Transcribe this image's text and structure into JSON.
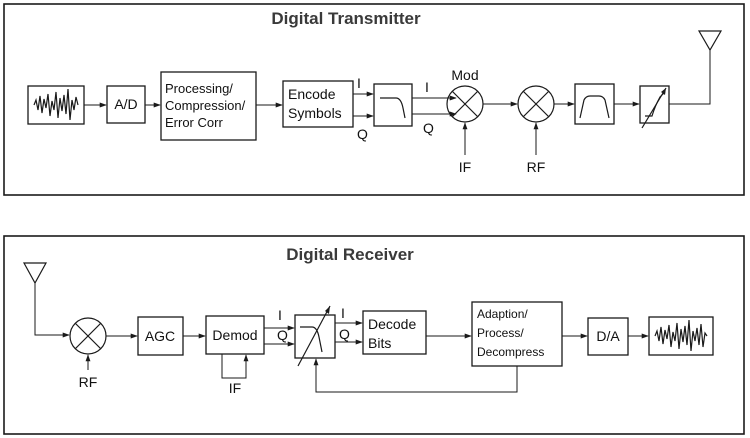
{
  "transmitter": {
    "title": "Digital Transmitter",
    "ad_label": "A/D",
    "processing_lines": [
      "Processing/",
      "Compression/",
      "Error Corr"
    ],
    "encode_lines": [
      "Encode",
      "Symbols"
    ],
    "i_label_1": "I",
    "q_label_1": "Q",
    "i_label_2": "I",
    "q_label_2": "Q",
    "mod_label": "Mod",
    "if_label": "IF",
    "rf_label": "RF"
  },
  "receiver": {
    "title": "Digital Receiver",
    "rf_label": "RF",
    "agc_label": "AGC",
    "demod_label": "Demod",
    "if_label": "IF",
    "i_label_1": "I",
    "q_label_1": "Q",
    "i_label_2": "I",
    "q_label_2": "Q",
    "decode_lines": [
      "Decode",
      "Bits"
    ],
    "adaption_lines": [
      "Adaption/",
      "Process/",
      "Decompress"
    ],
    "da_label": "D/A"
  }
}
